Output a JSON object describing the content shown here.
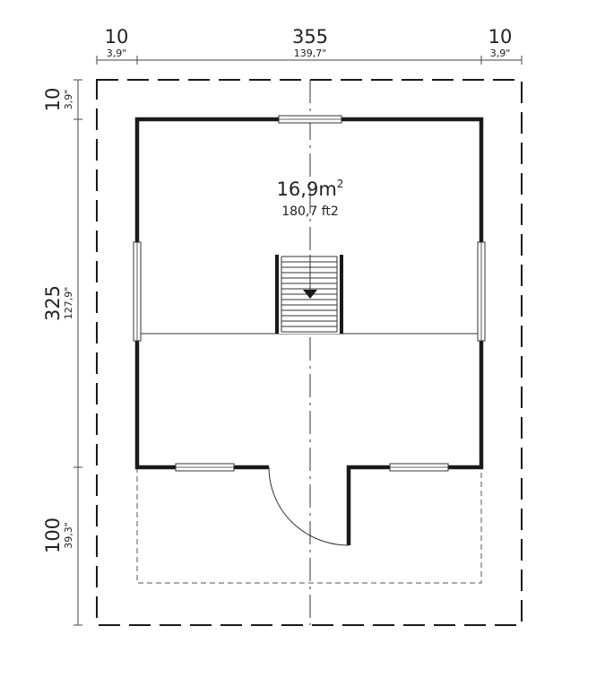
{
  "dimensions": {
    "top": [
      {
        "cm": "10",
        "in": "3,9\""
      },
      {
        "cm": "355",
        "in": "139,7\""
      },
      {
        "cm": "10",
        "in": "3,9\""
      }
    ],
    "left": [
      {
        "cm": "10",
        "in": "3,9\""
      },
      {
        "cm": "325",
        "in": "127,9\""
      },
      {
        "cm": "100",
        "in": "39,3\""
      }
    ]
  },
  "room": {
    "area_value": "16,9m",
    "area_sup": "2",
    "area_ft": "180,7 ft2"
  },
  "colors": {
    "wall": "#1a1a1a",
    "line": "#222222"
  }
}
